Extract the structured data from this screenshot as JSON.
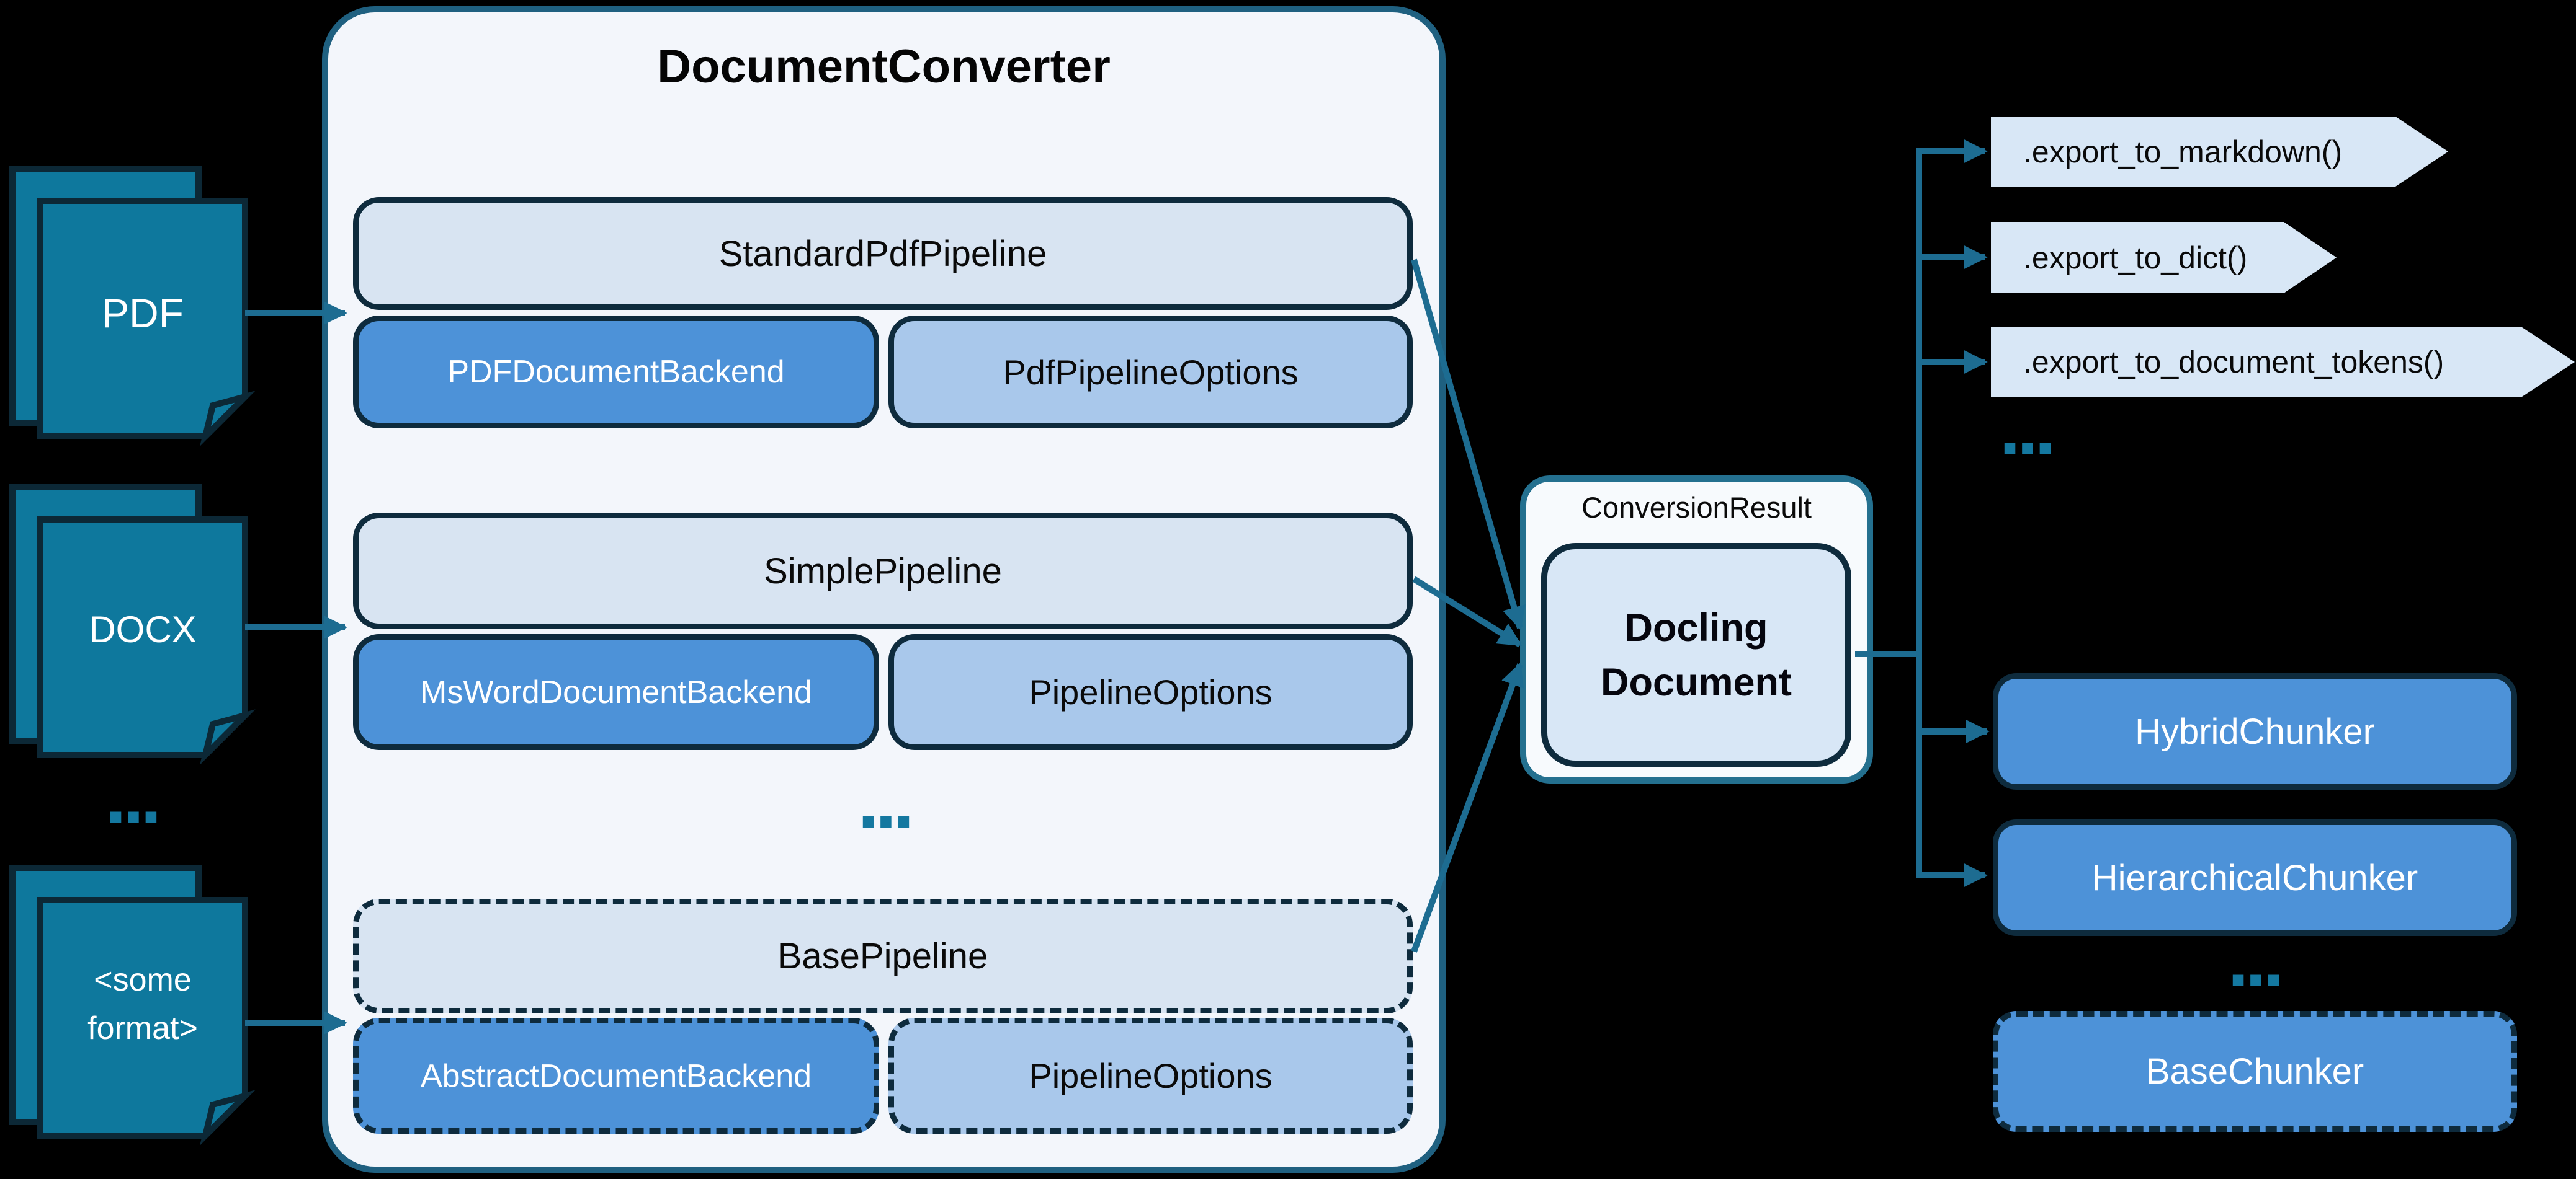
{
  "colors": {
    "background": "#000000",
    "outer_box_fill": "#F3F6FB",
    "outer_box_border": "#1F6080",
    "pipeline_fill": "#D8E4F2",
    "dark_border": "#0E2B3D",
    "backend_fill": "#4D92D8",
    "options_fill": "#A9C8EB",
    "docling_fill": "#D8E7F6",
    "tag_fill": "#D8E7F6",
    "document_icon_fill": "#0E789D",
    "arrow": "#1D6C91",
    "ellipsis": "#1478A0"
  },
  "inputs": {
    "pdf_label": "PDF",
    "docx_label": "DOCX",
    "ellipsis": "...",
    "some_format_line1": "<some",
    "some_format_line2": "format>"
  },
  "converter": {
    "title": "DocumentConverter",
    "ellipsis": "...",
    "pipelines": [
      {
        "name": "StandardPdfPipeline",
        "backend": "PDFDocumentBackend",
        "options": "PdfPipelineOptions"
      },
      {
        "name": "SimplePipeline",
        "backend": "MsWordDocumentBackend",
        "options": "PipelineOptions"
      },
      {
        "name": "BasePipeline",
        "backend": "AbstractDocumentBackend",
        "options": "PipelineOptions"
      }
    ]
  },
  "result": {
    "label": "ConversionResult",
    "document_line1": "Docling",
    "document_line2": "Document"
  },
  "exports": {
    "methods": [
      ".export_to_markdown()",
      ".export_to_dict()",
      ".export_to_document_tokens()"
    ],
    "ellipsis": "..."
  },
  "chunkers": {
    "items": [
      "HybridChunker",
      "HierarchicalChunker",
      "BaseChunker"
    ],
    "ellipsis": "..."
  }
}
